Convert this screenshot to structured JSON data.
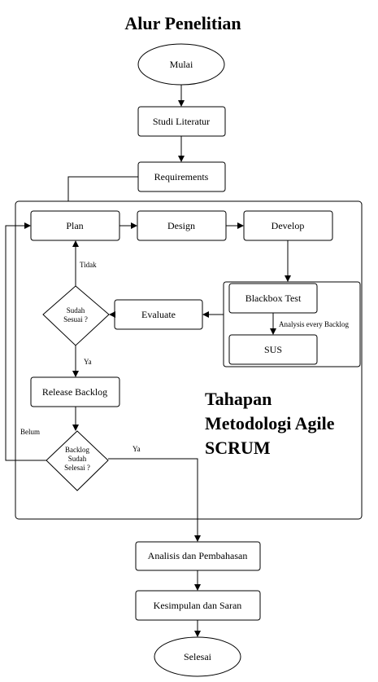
{
  "title": "Alur Penelitian",
  "nodes": {
    "mulai": "Mulai",
    "studi_literatur": "Studi Literatur",
    "requirements": "Requirements",
    "plan": "Plan",
    "design": "Design",
    "develop": "Develop",
    "blackbox_test": "Blackbox Test",
    "sus": "SUS",
    "evaluate": "Evaluate",
    "sudah_sesuai": [
      "Sudah",
      "Sesuai ?"
    ],
    "release_backlog": "Release Backlog",
    "backlog_selesai": [
      "Backlog",
      "Sudah",
      "Selesai ?"
    ],
    "analisis": "Analisis dan Pembahasan",
    "kesimpulan": "Kesimpulan dan Saran",
    "selesai": "Selesai"
  },
  "edge_labels": {
    "tidak": "Tidak",
    "ya_1": "Ya",
    "belum": "Belum",
    "ya_2": "Ya",
    "analysis_every_backlog": "Analysis every Backlog"
  },
  "scrum_label": [
    "Tahapan",
    "Metodologi Agile",
    "SCRUM"
  ]
}
